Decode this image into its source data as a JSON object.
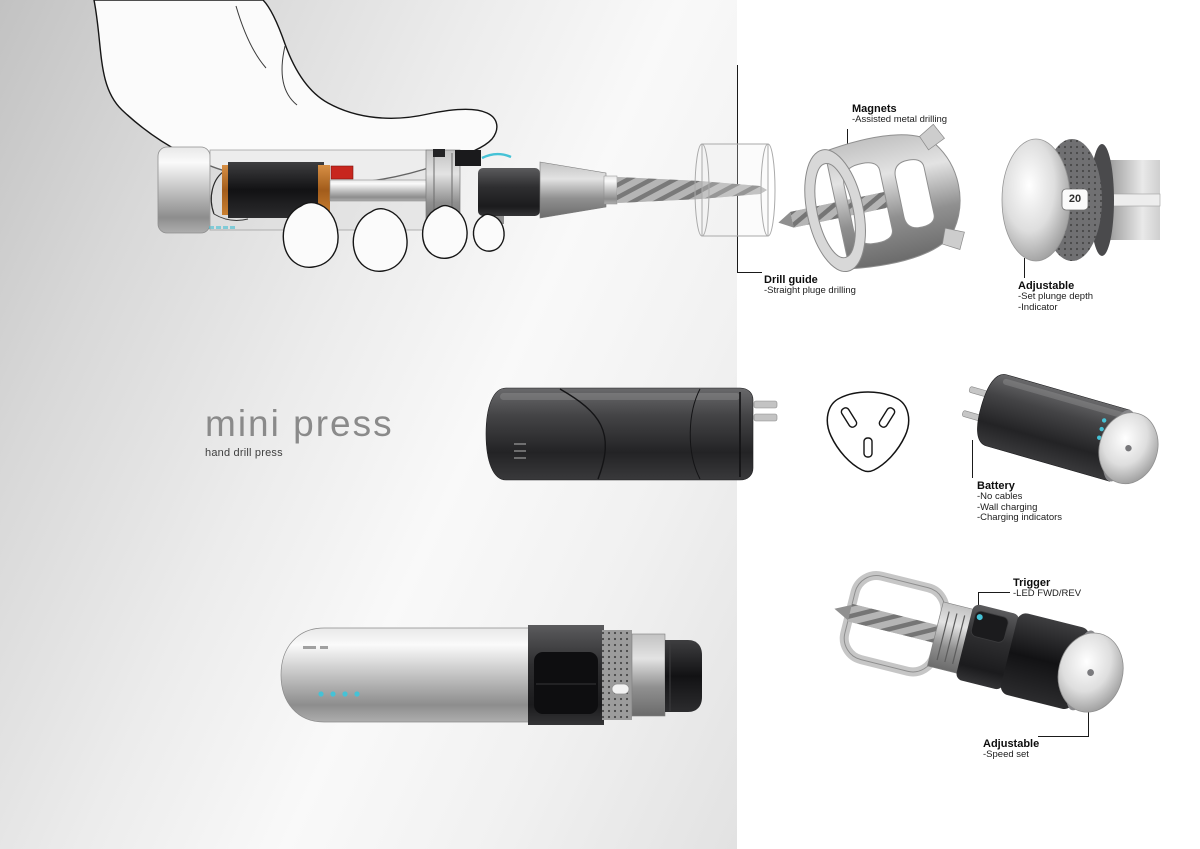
{
  "colors": {
    "accent_teal": "#45c2d6",
    "leader": "#1a1a1a"
  },
  "title": {
    "name": "mini press",
    "tagline": "hand drill press"
  },
  "dial": {
    "value": "20"
  },
  "callouts": {
    "magnets": {
      "heading": "Magnets",
      "lines": [
        "-Assisted metal drilling"
      ]
    },
    "drill_guide": {
      "heading": "Drill guide",
      "lines": [
        "-Straight pluge drilling"
      ]
    },
    "adjustable_depth": {
      "heading": "Adjustable",
      "lines": [
        "-Set plunge depth",
        "-Indicator"
      ]
    },
    "battery": {
      "heading": "Battery",
      "lines": [
        "-No cables",
        "-Wall charging",
        "-Charging indicators"
      ]
    },
    "trigger": {
      "heading": "Trigger",
      "lines": [
        "-LED FWD/REV"
      ]
    },
    "adjustable_speed": {
      "heading": "Adjustable",
      "lines": [
        "-Speed set"
      ]
    }
  }
}
